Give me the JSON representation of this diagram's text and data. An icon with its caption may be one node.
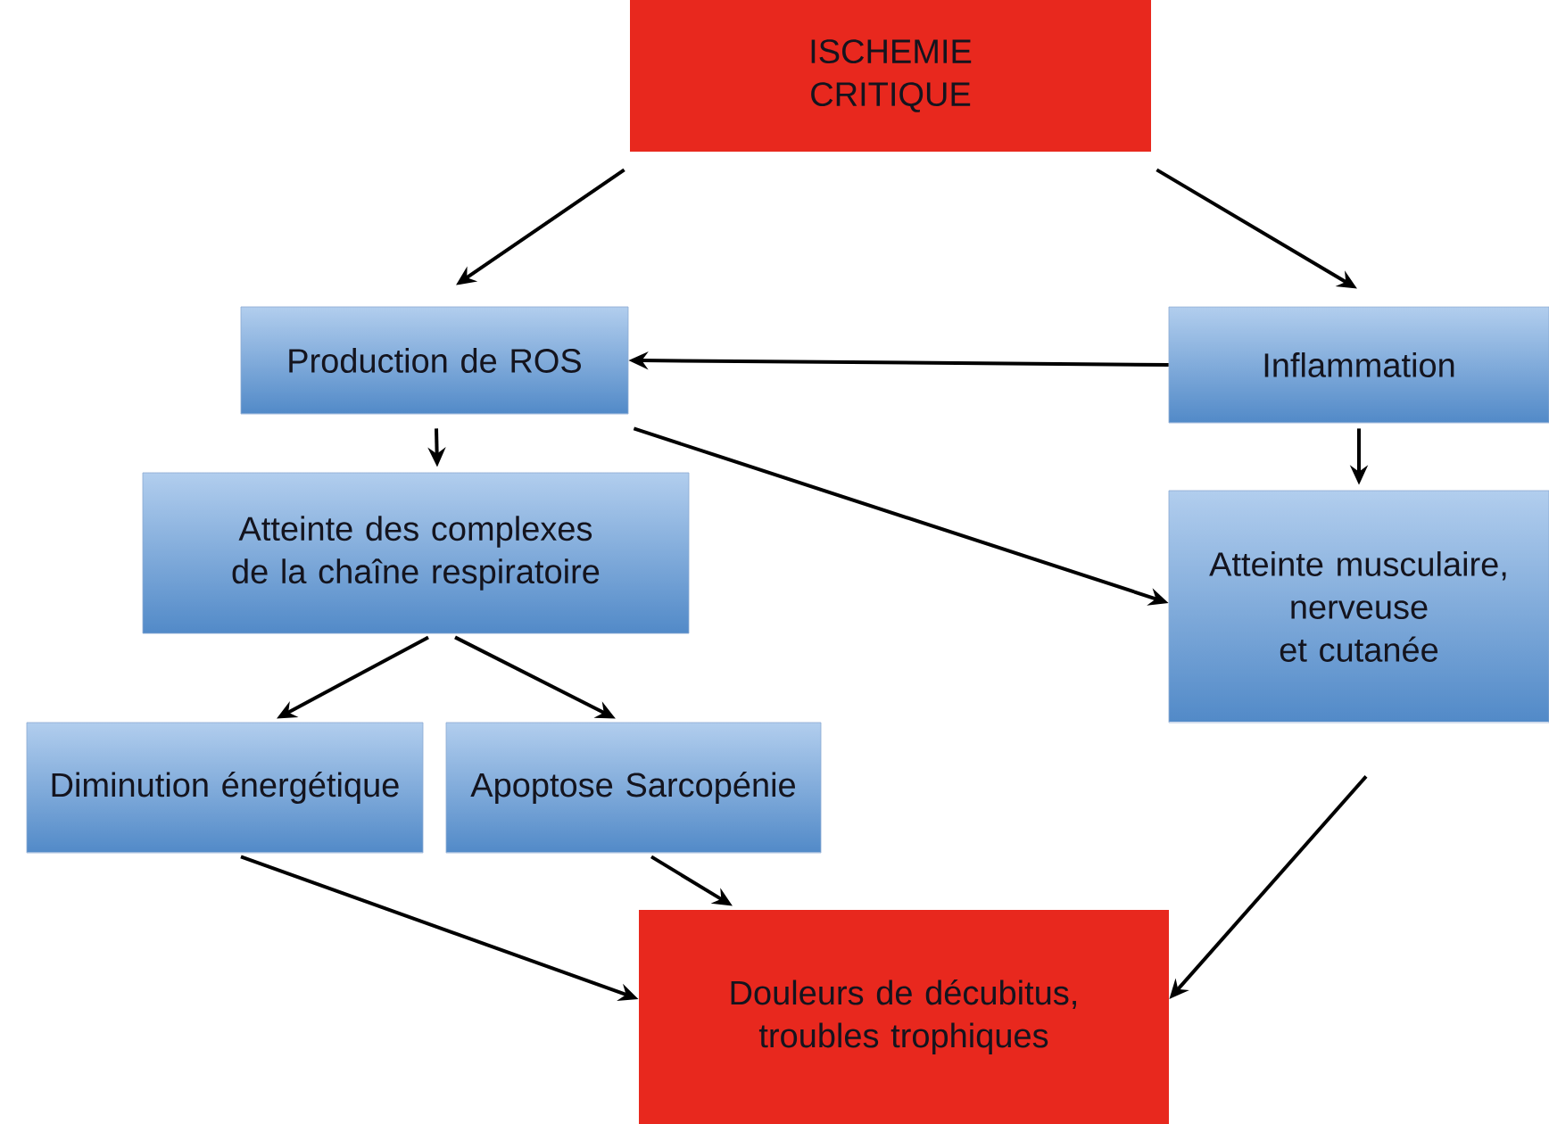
{
  "diagram": {
    "nodes": [
      {
        "text": [
          "ISCHEMIE CRITIQUE"
        ]
      },
      {
        "text": [
          "Production de ROS"
        ]
      },
      {
        "text": [
          "Inflammation"
        ]
      },
      {
        "text": [
          "Atteinte des complexes de la chaîne respiratoire"
        ]
      },
      {
        "text": [
          "Atteinte musculaire, nerveuse et cutanée"
        ]
      },
      {
        "text": [
          "Diminution énergétique"
        ]
      },
      {
        "text": [
          "Apoptose Sarcopénie"
        ]
      },
      {
        "text": [
          "Douleurs de décubitus, troubles trophiques"
        ]
      }
    ],
    "edges": [
      {
        "from": 0,
        "to": 1,
        "arrow": "to"
      },
      {
        "from": 0,
        "to": 2,
        "arrow": "to"
      },
      {
        "from": 2,
        "to": 1,
        "arrow": "to"
      },
      {
        "from": 1,
        "to": 3,
        "arrow": "to"
      },
      {
        "from": 1,
        "to": 4,
        "arrow": "to"
      },
      {
        "from": 2,
        "to": 4,
        "arrow": "to"
      },
      {
        "from": 3,
        "to": 5,
        "arrow": "to"
      },
      {
        "from": 3,
        "to": 6,
        "arrow": "to"
      },
      {
        "from": 5,
        "to": 7,
        "arrow": "to"
      },
      {
        "from": 6,
        "to": 7,
        "arrow": "to"
      },
      {
        "from": 4,
        "to": 7,
        "arrow": "to"
      }
    ]
  }
}
